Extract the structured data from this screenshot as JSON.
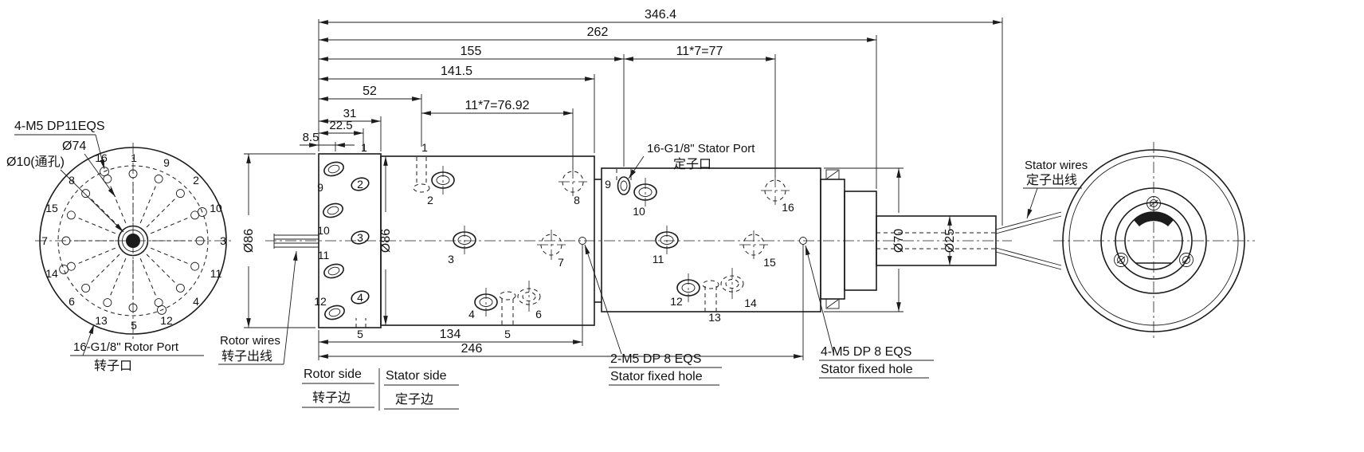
{
  "front_view": {
    "callout_bolt": "4-M5 DP11EQS",
    "callout_d74": "Ø74",
    "callout_d10": "Ø10(通孔)",
    "port_label": "16-G1/8\" Rotor Port",
    "port_label_cn": "转子口",
    "numbers": [
      "1",
      "9",
      "2",
      "10",
      "3",
      "11",
      "4",
      "12",
      "5",
      "13",
      "6",
      "14",
      "7",
      "15",
      "8",
      "16"
    ]
  },
  "dims": {
    "d346": "346.4",
    "d262": "262",
    "d155": "155",
    "pitch77": "11*7=77",
    "d141": "141.5",
    "pitch7692": "11*7=76.92",
    "d52": "52",
    "d31": "31",
    "d225": "22.5",
    "d85": "8.5",
    "d134": "134",
    "d246": "246",
    "dia86_flange": "Ø86",
    "dia86_body": "Ø86",
    "dia70": "Ø70",
    "dia25": "Ø25"
  },
  "side_view": {
    "stator_port_label": "16-G1/8\" Stator Port",
    "stator_port_label_cn": "定子口",
    "rotor_wires": "Rotor wires",
    "rotor_wires_cn": "转子出线",
    "stator_wires": "Stator wires",
    "stator_wires_cn": "定子出线",
    "fixed2_line1": "2-M5 DP 8 EQS",
    "fixed2_line2": "Stator fixed hole",
    "fixed4_line1": "4-M5 DP 8 EQS",
    "fixed4_line2": "Stator fixed hole",
    "flange_labels": [
      "9",
      "10",
      "11",
      "12",
      "1",
      "2",
      "3",
      "4",
      "5"
    ],
    "body_labels": [
      "1",
      "2",
      "3",
      "4",
      "5",
      "6",
      "7",
      "8"
    ],
    "stator_labels": [
      "9",
      "10",
      "11",
      "12",
      "13",
      "14",
      "15",
      "16"
    ]
  },
  "legend": {
    "rotor_side": "Rotor side",
    "rotor_side_cn": "转子边",
    "stator_side": "Stator side",
    "stator_side_cn": "定子边"
  }
}
